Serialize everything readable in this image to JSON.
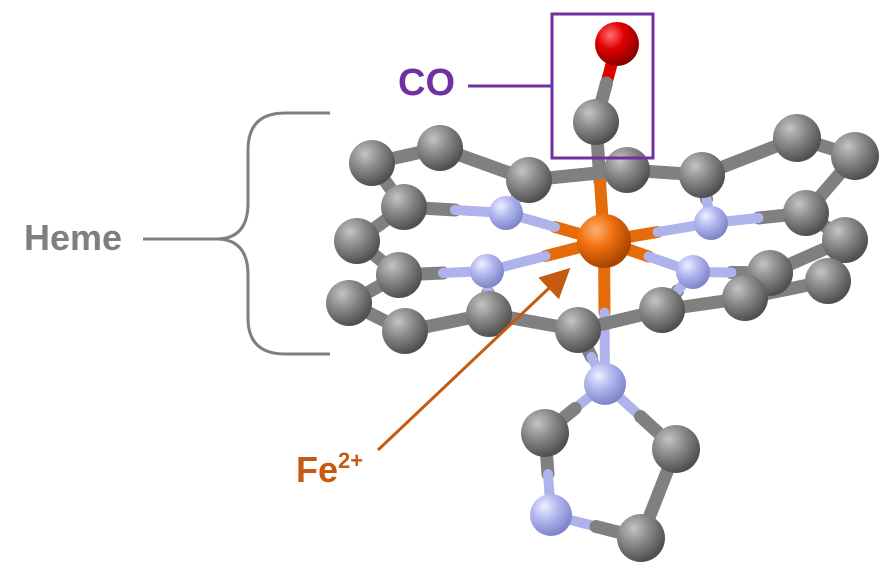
{
  "labels": {
    "heme": "Heme",
    "co": "CO",
    "fe_symbol": "Fe",
    "fe_charge": "2+"
  },
  "colors": {
    "carbon": "#808080",
    "nitrogen": "#aeb3ec",
    "oxygen": "#e00000",
    "iron": "#e46c0a",
    "heme_label": "#7f7f7f",
    "co_label": "#7030a0",
    "fe_label": "#c55a11"
  },
  "icons": {
    "heme_bracket": "curly-brace-icon",
    "co_box": "rectangle-icon",
    "fe_arrow": "arrow-icon"
  }
}
